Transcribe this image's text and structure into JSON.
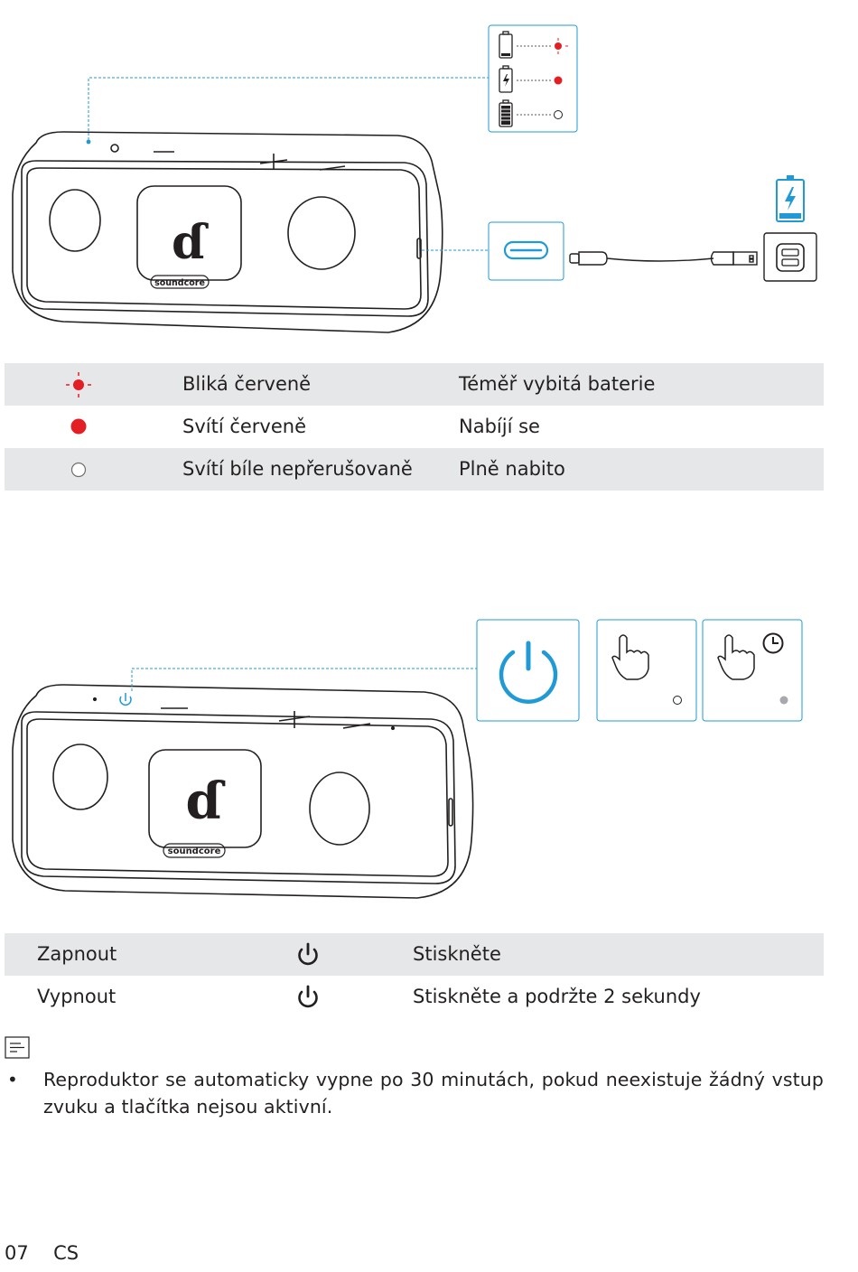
{
  "speaker": {
    "brand": "soundcore",
    "logo_glyph": "ɗ"
  },
  "charging_table": {
    "rows": [
      {
        "indicator": "red-blinking-led",
        "state": "Bliká červeně",
        "meaning": "Téměř vybitá baterie"
      },
      {
        "indicator": "red-solid-led",
        "state": "Svítí červeně",
        "meaning": "Nabíjí se"
      },
      {
        "indicator": "white-solid-led",
        "state": "Svítí bíle nepřerušovaně",
        "meaning": "Plně nabito"
      }
    ]
  },
  "power_table": {
    "rows": [
      {
        "action": "Zapnout",
        "icon": "power-icon",
        "operation": "Stiskněte"
      },
      {
        "action": "Vypnout",
        "icon": "power-icon",
        "operation": "Stiskněte a podržte 2 sekundy"
      }
    ]
  },
  "note": {
    "icon": "note-icon",
    "text": "Reproduktor se automaticky vypne po 30 minutách, pokud neexistuje žádný vstup zvuku a tlačítka nejsou aktivní."
  },
  "footer": {
    "page": "07",
    "lang": "CS"
  },
  "colors": {
    "red": "#e31e24",
    "blue": "#1f9ad6",
    "shade": "#e6e7e8",
    "line": "#231f20"
  }
}
